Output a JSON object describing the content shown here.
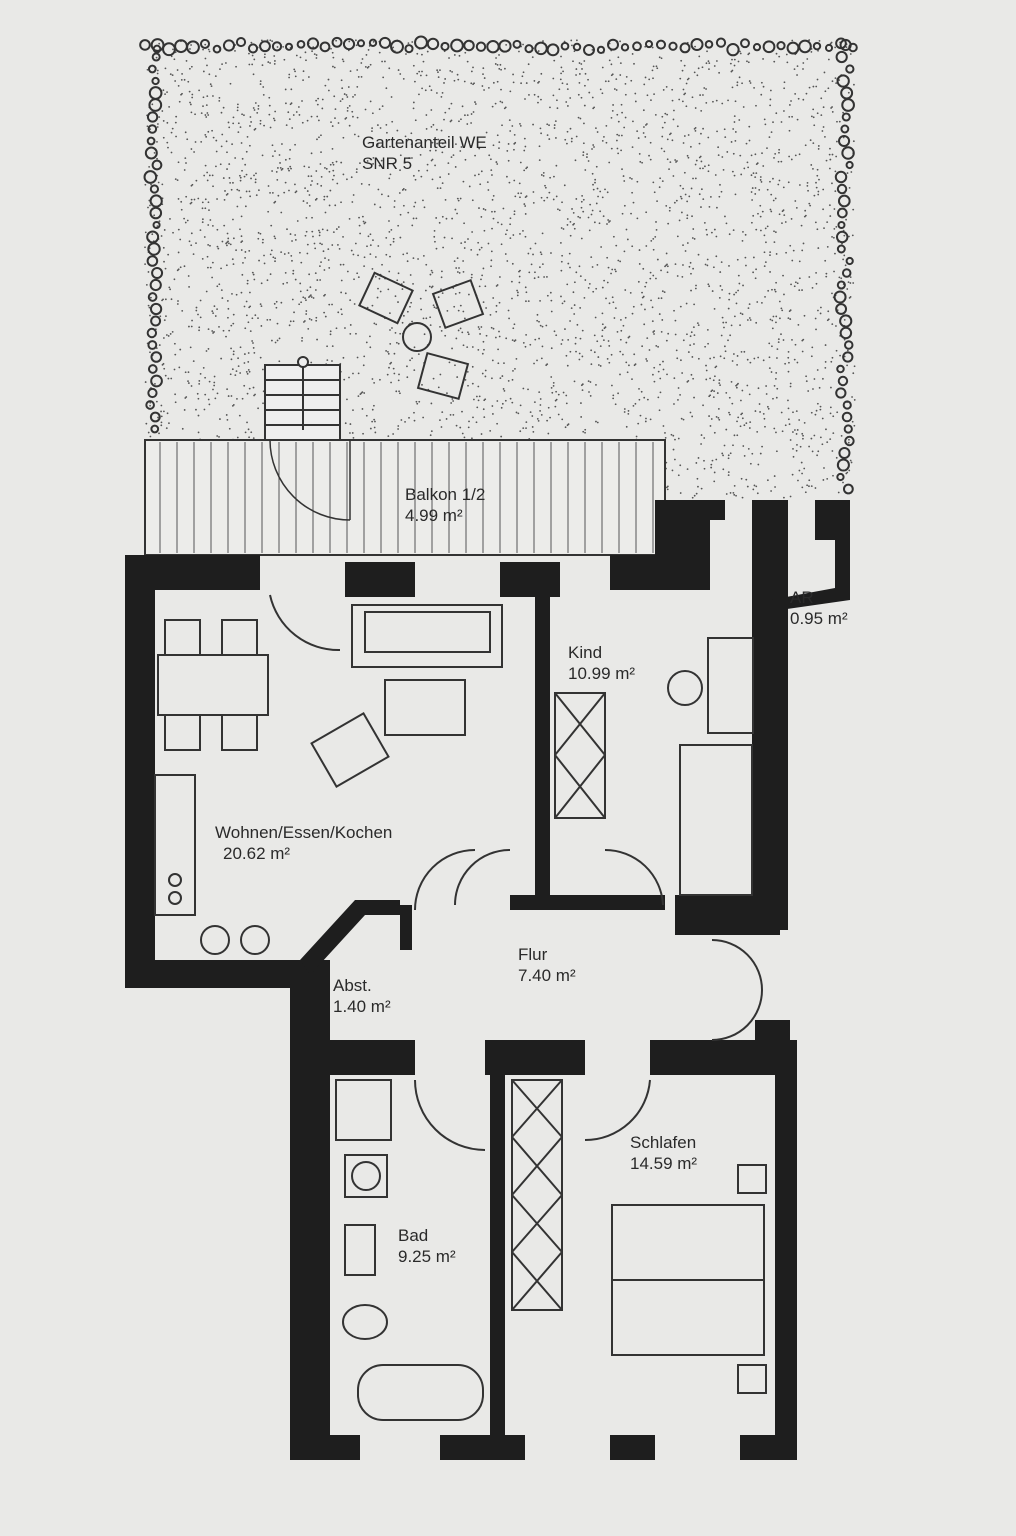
{
  "rooms": {
    "garden": {
      "name": "Gartenanteil WE",
      "sub": "SNR 5"
    },
    "balcony": {
      "name": "Balkon 1/2",
      "area": "4.99 m²"
    },
    "storage_ar": {
      "name": "AR",
      "area": "0.95 m²"
    },
    "kind": {
      "name": "Kind",
      "area": "10.99 m²"
    },
    "living": {
      "name": "Wohnen/Essen/Kochen",
      "area": "20.62 m²"
    },
    "hall": {
      "name": "Flur",
      "area": "7.40 m²"
    },
    "abst": {
      "name": "Abst.",
      "area": "1.40 m²"
    },
    "bath": {
      "name": "Bad",
      "area": "9.25 m²"
    },
    "bedroom": {
      "name": "Schlafen",
      "area": "14.59 m²"
    }
  },
  "colors": {
    "wall": "#1e1e1e",
    "paper": "#e9e9e7",
    "line": "#3a3a3a"
  }
}
